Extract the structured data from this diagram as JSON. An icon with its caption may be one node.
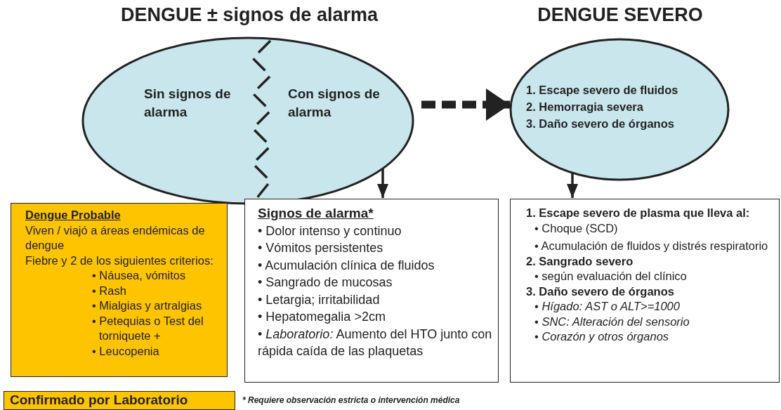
{
  "diagram": {
    "nodes": [
      {
        "text": [
          "DENGUE ± signos de alarma",
          "Sin signos de alarma",
          "Con signos de alarma"
        ]
      },
      {
        "text": [
          "DENGUE SEVERO",
          "1. Escape severo de fluidos",
          "2. Hemorragia severa",
          "3. Daño severo de órganos"
        ]
      },
      {
        "text": [
          "Dengue Probable",
          "Viven / viajó a áreas endémicas de dengue",
          "Fiebre y 2 de los siguientes criterios:",
          "• Náusea, vómitos",
          "• Rash",
          "• Mialgias y artralgias",
          "• Petequias o Test del torniquete +",
          "• Leucopenia"
        ]
      },
      {
        "text": [
          "Signos de alarma*",
          "• Dolor intenso y continuo",
          "• Vómitos persistentes",
          "• Acumulación clínica de fluidos",
          "• Sangrado de mucosas",
          "• Letargia; irritabilidad",
          "• Hepatomegalia >2cm",
          "• *Laboratorio:* Aumento del HTO junto con rápida caída de las plaquetas"
        ]
      },
      {
        "text": [
          "1. Escape severo de plasma que lleva al:",
          "• Choque (SCD)",
          "• Acumulación de fluidos y distrés respiratorio",
          "2. Sangrado severo",
          "• según evaluación del clínico",
          "3. Daño severo de órganos",
          "• *Hígado:  AST o ALT>=1000*",
          "• *SNC: Alteración del sensorio*",
          "• *Corazón y otros órganos*"
        ]
      },
      {
        "text": [
          "Confirmado por Laboratorio"
        ]
      }
    ],
    "edges": [
      {
        "from": 0,
        "to": 1,
        "arrow": "to",
        "style": "dashed"
      },
      {
        "from": 0,
        "to": 3,
        "arrow": "to"
      },
      {
        "from": 1,
        "to": 4,
        "arrow": "to"
      }
    ],
    "labels": [
      "* Requiere observación estricta o intervención médica"
    ]
  }
}
